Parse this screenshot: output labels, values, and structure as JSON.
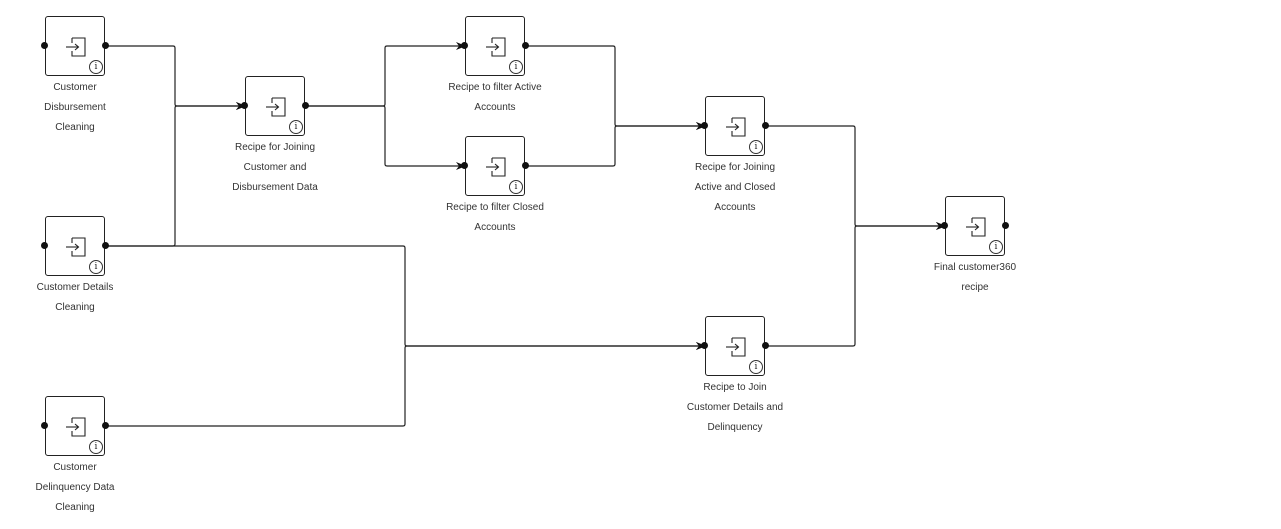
{
  "nodes": [
    {
      "id": "customer-disbursement",
      "label_lines": [
        "Customer",
        "Disbursement",
        "Cleaning"
      ]
    },
    {
      "id": "customer-details",
      "label_lines": [
        "Customer Details",
        "Cleaning"
      ]
    },
    {
      "id": "customer-delinquency",
      "label_lines": [
        "Customer",
        "Delinquency Data",
        "Cleaning"
      ]
    },
    {
      "id": "join-customer-disbursement",
      "label_lines": [
        "Recipe for Joining",
        "Customer and",
        "Disbursement Data"
      ]
    },
    {
      "id": "filter-active",
      "label_lines": [
        "Recipe to filter Active",
        "Accounts"
      ]
    },
    {
      "id": "filter-closed",
      "label_lines": [
        "Recipe to filter Closed",
        "Accounts"
      ]
    },
    {
      "id": "join-active-closed",
      "label_lines": [
        "Recipe for Joining",
        "Active and Closed",
        "Accounts"
      ]
    },
    {
      "id": "join-details-delinquency",
      "label_lines": [
        "Recipe to Join",
        "Customer Details and",
        "Delinquency"
      ]
    },
    {
      "id": "final-customer360",
      "label_lines": [
        "Final customer360",
        "recipe"
      ]
    }
  ],
  "edges": [
    {
      "from": "customer-disbursement",
      "to": "join-customer-disbursement"
    },
    {
      "from": "customer-details",
      "to": "join-customer-disbursement"
    },
    {
      "from": "customer-details",
      "to": "join-details-delinquency"
    },
    {
      "from": "customer-delinquency",
      "to": "join-details-delinquency"
    },
    {
      "from": "join-customer-disbursement",
      "to": "filter-active"
    },
    {
      "from": "join-customer-disbursement",
      "to": "filter-closed"
    },
    {
      "from": "filter-active",
      "to": "join-active-closed"
    },
    {
      "from": "filter-closed",
      "to": "join-active-closed"
    },
    {
      "from": "join-active-closed",
      "to": "final-customer360"
    },
    {
      "from": "join-details-delinquency",
      "to": "final-customer360"
    }
  ],
  "icons": {
    "recipe": "recipe-enter-icon",
    "info": "info-icon",
    "info_glyph": "i"
  },
  "colors": {
    "stroke": "#222222",
    "port": "#111111",
    "label": "#333333"
  }
}
